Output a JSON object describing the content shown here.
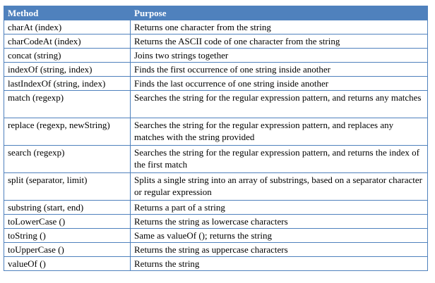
{
  "table": {
    "headers": [
      "Method",
      "Purpose"
    ],
    "rows": [
      {
        "method": "charAt (index)",
        "purpose": "Returns one character from the string"
      },
      {
        "method": "charCodeAt (index)",
        "purpose": "Returns the ASCII code of one character from the string"
      },
      {
        "method": "concat (string)",
        "purpose": "Joins two strings together"
      },
      {
        "method": "indexOf (string, index)",
        "purpose": "Finds the first occurrence of one string inside another"
      },
      {
        "method": "lastIndexOf (string, index)",
        "purpose": "Finds the last occurrence of one string inside another"
      },
      {
        "method": "match (regexp)",
        "purpose": "Searches the string for the regular expression pattern, and returns any matches"
      },
      {
        "method": "replace (regexp, newString)",
        "purpose": "Searches the string for the regular expression pattern, and replaces any matches with the string provided"
      },
      {
        "method": "search (regexp)",
        "purpose": "Searches the string for the regular expression pattern, and returns the index of the first match"
      },
      {
        "method": "split (separator, limit)",
        "purpose": "Splits a single string into an array of substrings, based on a separator character or regular expression"
      },
      {
        "method": "substring (start, end)",
        "purpose": "Returns a part of a string"
      },
      {
        "method": "toLowerCase ()",
        "purpose": "Returns the string as lowercase characters"
      },
      {
        "method": "toString ()",
        "purpose": "Same as valueOf (); returns the string"
      },
      {
        "method": "toUpperCase ()",
        "purpose": "Returns the string as uppercase characters"
      },
      {
        "method": "valueOf ()",
        "purpose": "Returns the string"
      }
    ]
  },
  "colors": {
    "header_background": "#4f81bd",
    "header_text": "#ffffff",
    "border": "#4f81bd"
  }
}
